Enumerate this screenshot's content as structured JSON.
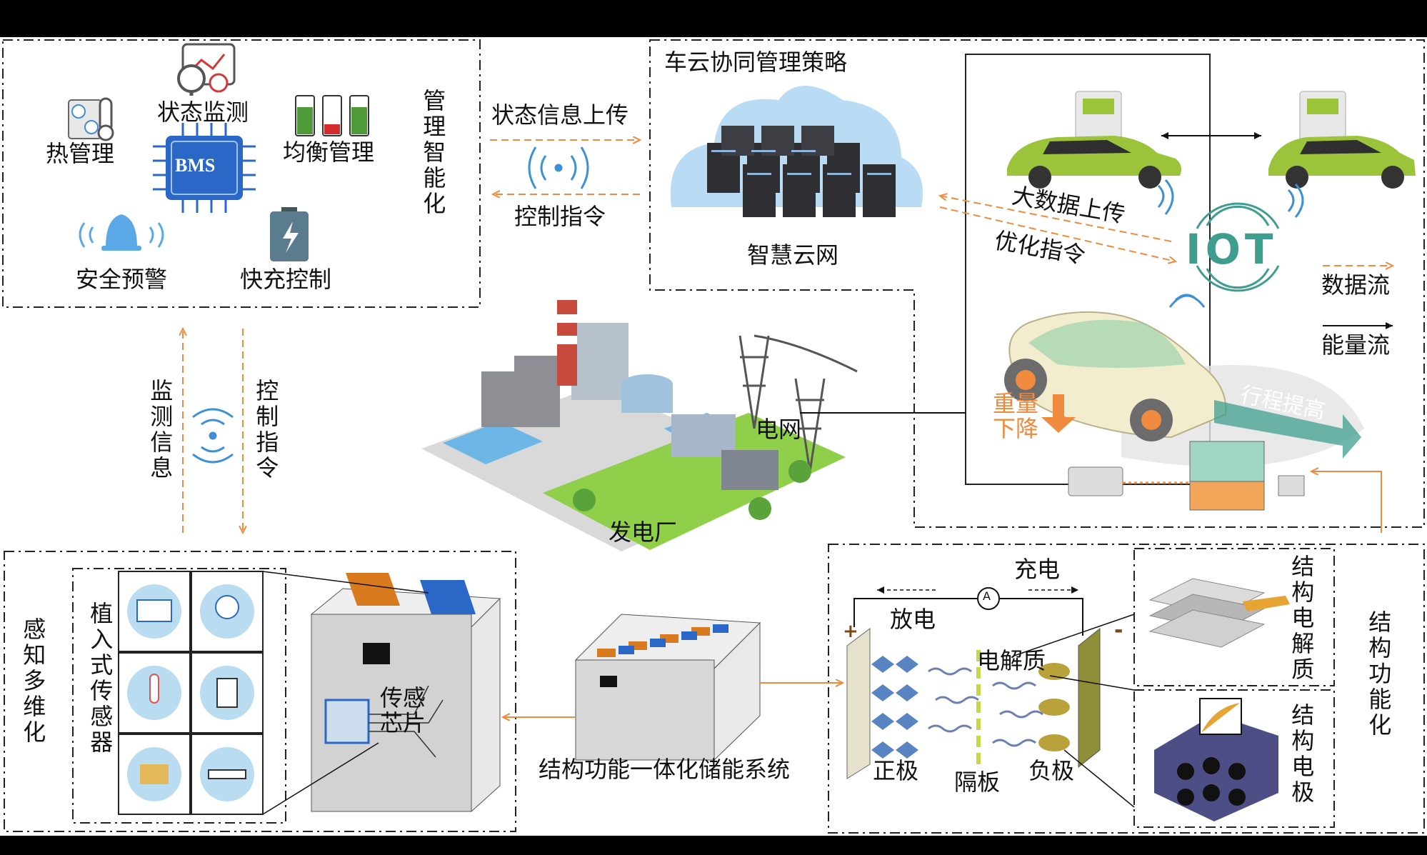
{
  "bms_panel": {
    "chip_label": "BMS",
    "items": [
      "状态监测",
      "热管理",
      "均衡管理",
      "安全预警",
      "快充控制"
    ],
    "side_label": "管理智能化"
  },
  "upper_flow": {
    "up_label": "状态信息上传",
    "down_label": "控制指令"
  },
  "cloud_panel": {
    "title": "车云协同管理策略",
    "cloud_label": "智慧云网"
  },
  "vehicle_panel": {
    "big_data": "大数据上传",
    "optimize": "优化指令",
    "iot": "IOT",
    "weight": "重量下降",
    "range": "行程提高"
  },
  "legend": {
    "data_flow": "数据流",
    "energy_flow": "能量流"
  },
  "middle": {
    "grid": "电网",
    "power_plant": "发电厂"
  },
  "left_flow": {
    "monitor": "监测信息",
    "control": "控制指令"
  },
  "sensor_panel": {
    "side_label": "感知多维化",
    "embedded": "植入式传感器",
    "chip": "传感芯片"
  },
  "storage": {
    "system_label": "结构功能一体化储能系统"
  },
  "battery": {
    "charge": "充电",
    "discharge": "放电",
    "electrolyte": "电解质",
    "cathode": "正极",
    "separator": "隔板",
    "anode": "负极",
    "ammeter": "A",
    "plus": "+",
    "minus": "-"
  },
  "structural": {
    "struct_electrolyte": "结构电解质",
    "struct_electrode": "结构电极",
    "struct_function": "结构功能化"
  },
  "colors": {
    "accent_orange": "#ef8a3e",
    "bms_blue": "#2a67c6",
    "car_green": "#9bc43b",
    "iot_teal": "#3f9d8f"
  }
}
